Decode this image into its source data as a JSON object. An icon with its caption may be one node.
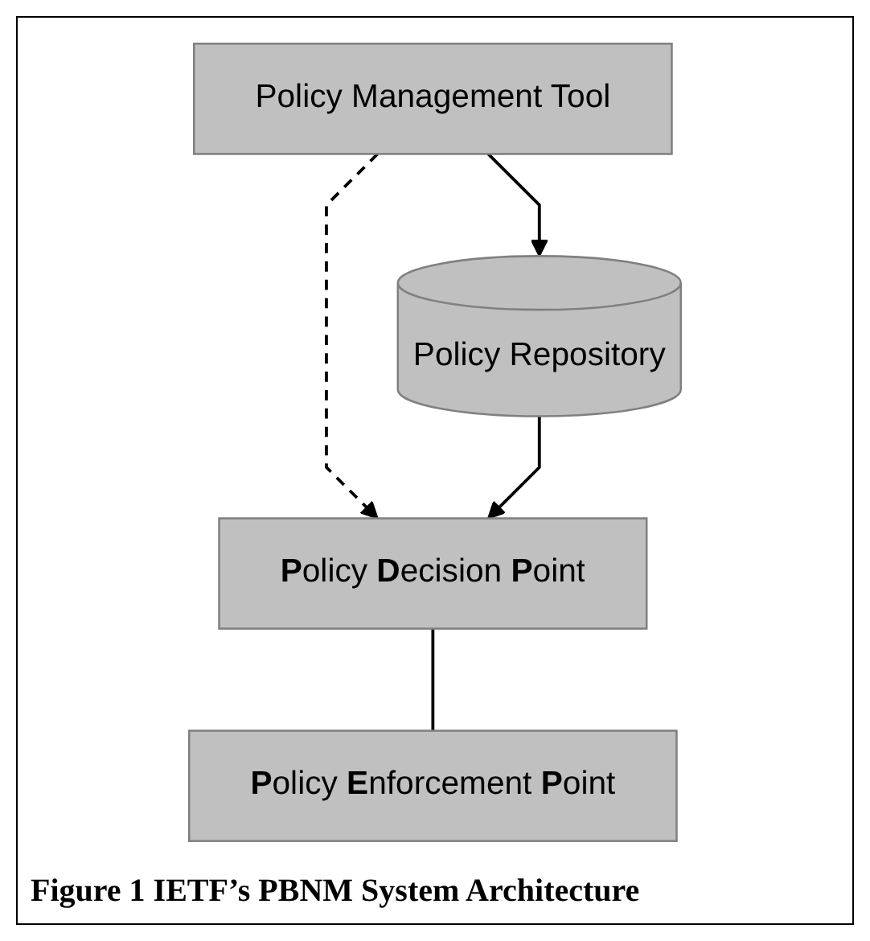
{
  "diagram": {
    "caption": "Figure 1 IETF’s PBNM System Architecture",
    "nodes": [
      {
        "text": [
          "Policy Management Tool"
        ]
      },
      {
        "text": [
          "Policy Repository"
        ]
      },
      {
        "text": [
          "**P**olicy **D**ecision **P**oint"
        ]
      },
      {
        "text": [
          "**P**olicy **E**nforcement **P**oint"
        ]
      }
    ],
    "edges": [
      {
        "from": 0,
        "to": 1,
        "arrow": "to"
      },
      {
        "from": 0,
        "to": 2,
        "arrow": "to",
        "style": "dashed"
      },
      {
        "from": 1,
        "to": 2,
        "arrow": "to"
      },
      {
        "from": 2,
        "to": 3,
        "arrow": "none"
      }
    ]
  }
}
